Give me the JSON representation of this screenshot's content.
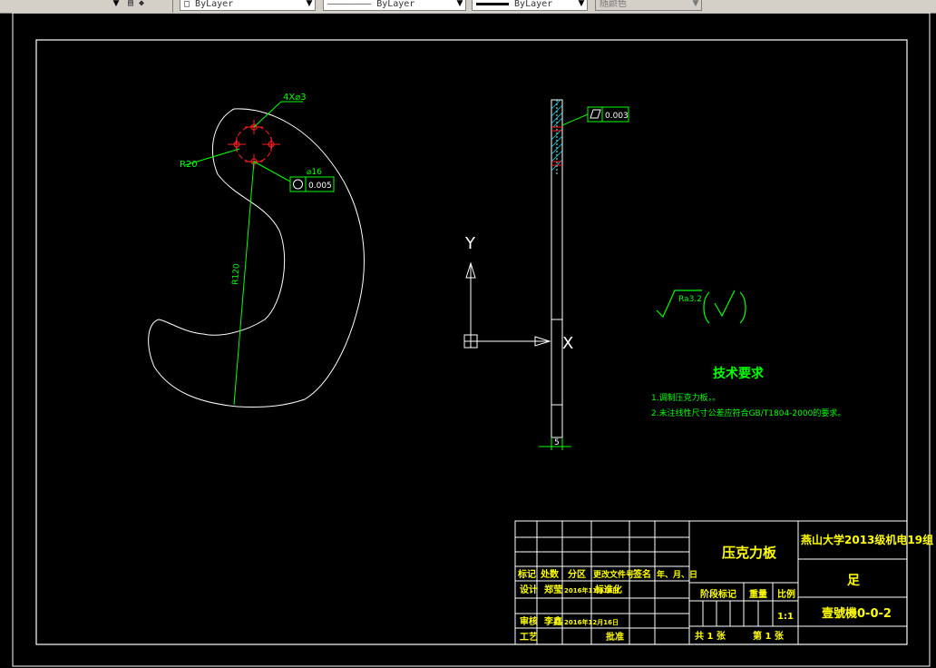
{
  "toolbar": {
    "layer_color": "ByLayer",
    "linetype": "ByLayer",
    "lineweight": "ByLayer",
    "plot_style": "随颜色"
  },
  "drawing": {
    "dim_holes": "4X⌀3",
    "dim_r20": "R20",
    "dim_phi16": "⌀16",
    "tol_position_value": "0.005",
    "dim_r120": "R120",
    "tol_flatness_value": "0.003",
    "axis_y": "Y",
    "axis_x": "X",
    "dim_thickness": "5",
    "roughness": "Ra3.2",
    "tech_title": "技术要求",
    "tech_line1": "1.调制压克力板，。",
    "tech_line2": "2.未注线性尺寸公差应符合GB/T1804-2000的要求。"
  },
  "title_block": {
    "part_name": "压克力板",
    "school": "燕山大学2013级机电19组",
    "item": "足",
    "code": "壹號機0-0-2",
    "hdr_mark": "标记",
    "hdr_count": "处数",
    "hdr_zone": "分区",
    "hdr_docno": "更改文件号",
    "hdr_sign": "签名",
    "hdr_date": "年、月、日",
    "design_label": "设计",
    "designer": "郑莹",
    "design_date": "2016年11月18日",
    "std_label": "标准化",
    "stage_label": "阶段标记",
    "weight_label": "重量",
    "scale_label": "比例",
    "scale_value": "1:1",
    "review_label": "审核",
    "reviewer": "李鑫",
    "review_date": "2016年12月16日",
    "process_label": "工艺",
    "approve_label": "批准",
    "sheets_total": "共 1 张",
    "sheet_no": "第 1 张"
  }
}
